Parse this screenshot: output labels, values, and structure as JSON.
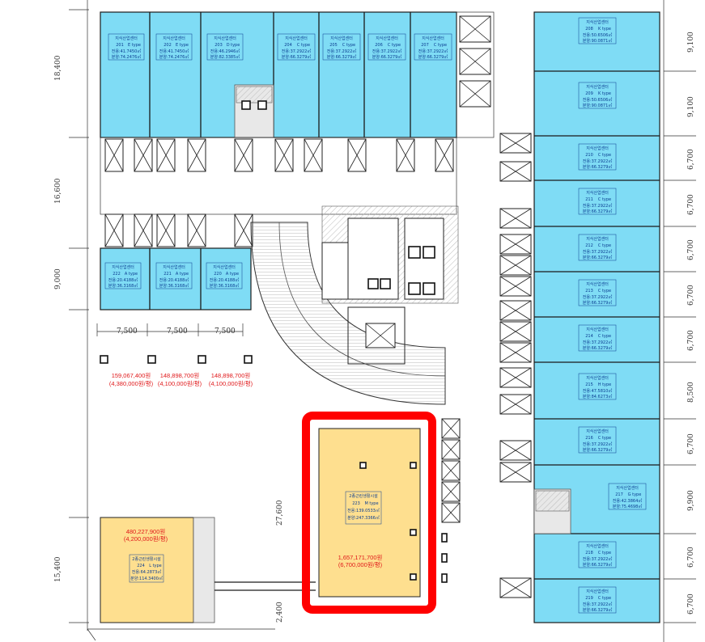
{
  "colors": {
    "unit": "#7fdcf5",
    "retail": "#fedf8f",
    "selection": "#ff0000",
    "price": "#e0191b"
  },
  "dims": {
    "left_vertical": [
      "18,400",
      "16,600",
      "9,000",
      "27,600",
      "15,400",
      "2,400"
    ],
    "bottom_horizontal": [
      "7,500",
      "7,500",
      "7,500"
    ],
    "right_vertical": [
      "9,100",
      "9,100",
      "6,700",
      "6,700",
      "6,700",
      "6,700",
      "6,700",
      "8,500",
      "6,700",
      "9,900",
      "6,700",
      "6,700"
    ]
  },
  "units_top": [
    {
      "title": "지식산업센터",
      "no": "201",
      "type": "E type",
      "a": "전용:41.7450㎡",
      "b": "분양:74.2476㎡"
    },
    {
      "title": "지식산업센터",
      "no": "202",
      "type": "E type",
      "a": "전용:41.7450㎡",
      "b": "분양:74.2476㎡"
    },
    {
      "title": "지식산업센터",
      "no": "203",
      "type": "D type",
      "a": "전용:46.2946㎡",
      "b": "분양:82.3385㎡"
    },
    {
      "title": "지식산업센터",
      "no": "204",
      "type": "C type",
      "a": "전용:37.2922㎡",
      "b": "분양:66.3279㎡"
    },
    {
      "title": "지식산업센터",
      "no": "205",
      "type": "C type",
      "a": "전용:37.2922㎡",
      "b": "분양:66.3279㎡"
    },
    {
      "title": "지식산업센터",
      "no": "206",
      "type": "C type",
      "a": "전용:37.2922㎡",
      "b": "분양:66.3279㎡"
    },
    {
      "title": "지식산업센터",
      "no": "207",
      "type": "C type",
      "a": "전용:37.2922㎡",
      "b": "분양:66.3279㎡"
    }
  ],
  "units_left": [
    {
      "title": "지식산업센터",
      "no": "222",
      "type": "A type",
      "a": "전용:20.4188㎡",
      "b": "분양:36.3168㎡"
    },
    {
      "title": "지식산업센터",
      "no": "221",
      "type": "A type",
      "a": "전용:20.4188㎡",
      "b": "분양:36.3168㎡"
    },
    {
      "title": "지식산업센터",
      "no": "220",
      "type": "A type",
      "a": "전용:20.4188㎡",
      "b": "분양:36.3168㎡"
    }
  ],
  "units_right": [
    {
      "title": "지식산업센터",
      "no": "208",
      "type": "K type",
      "a": "전용:50.6506㎡",
      "b": "분양:90.0871㎡"
    },
    {
      "title": "지식산업센터",
      "no": "209",
      "type": "K type",
      "a": "전용:50.6506㎡",
      "b": "분양:90.0871㎡"
    },
    {
      "title": "지식산업센터",
      "no": "210",
      "type": "C type",
      "a": "전용:37.2922㎡",
      "b": "분양:66.3279㎡"
    },
    {
      "title": "지식산업센터",
      "no": "211",
      "type": "C type",
      "a": "전용:37.2922㎡",
      "b": "분양:66.3279㎡"
    },
    {
      "title": "지식산업센터",
      "no": "212",
      "type": "C type",
      "a": "전용:37.2922㎡",
      "b": "분양:66.3279㎡"
    },
    {
      "title": "지식산업센터",
      "no": "213",
      "type": "C type",
      "a": "전용:37.2922㎡",
      "b": "분양:66.3279㎡"
    },
    {
      "title": "지식산업센터",
      "no": "214",
      "type": "C type",
      "a": "전용:37.2922㎡",
      "b": "분양:66.3279㎡"
    },
    {
      "title": "지식산업센터",
      "no": "215",
      "type": "H type",
      "a": "전용:47.5810㎡",
      "b": "분양:84.6273㎡"
    },
    {
      "title": "지식산업센터",
      "no": "216",
      "type": "C type",
      "a": "전용:37.2922㎡",
      "b": "분양:66.3279㎡"
    },
    {
      "title": "지식산업센터",
      "no": "217",
      "type": "G type",
      "a": "전용:42.3864㎡",
      "b": "분양:75.4698㎡"
    },
    {
      "title": "지식산업센터",
      "no": "218",
      "type": "C type",
      "a": "전용:37.2922㎡",
      "b": "분양:66.3279㎡"
    },
    {
      "title": "지식산업센터",
      "no": "219",
      "type": "C type",
      "a": "전용:37.2922㎡",
      "b": "분양:66.3279㎡"
    }
  ],
  "prices_left": [
    {
      "total": "159,067,400원",
      "per": "(4,380,000원/평)"
    },
    {
      "total": "148,898,700원",
      "per": "(4,100,000원/평)"
    },
    {
      "total": "148,898,700원",
      "per": "(4,100,000원/평)"
    }
  ],
  "retail_left": {
    "price": "480,227,900원",
    "per": "(4,200,000원/평)",
    "title": "2종근린생활시설",
    "no": "224",
    "type": "L type",
    "a": "전용:64.2873㎡",
    "b": "분양:114.3400㎡"
  },
  "retail_center": {
    "price": "1,657,171,700원",
    "per": "(6,700,000원/평)",
    "title": "2종근린생활시설",
    "no": "223",
    "type": "M type",
    "a": "전용:139.0533㎡",
    "b": "분양:247.3366㎡"
  }
}
